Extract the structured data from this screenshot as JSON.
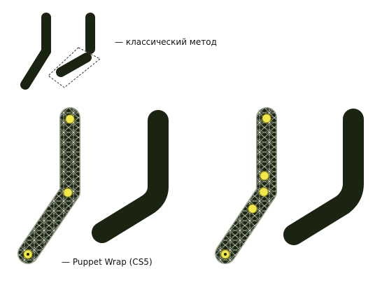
{
  "labels": {
    "classic_method": "— классический метод",
    "puppet_warp": "— Puppet Wrap (CS5)"
  },
  "colors": {
    "limb": "#1a2410",
    "mesh_line": "#dfe6d6",
    "mesh_outline": "#9aa38f",
    "pin_fill": "#f2e84a",
    "pin_stroke": "#a59a10",
    "selection_dash": "#333333"
  },
  "diagram": {
    "sections": [
      {
        "name": "classic-method",
        "description_shown": false
      },
      {
        "name": "puppet-warp",
        "pins_first_example": 3,
        "pins_second_example": 5
      }
    ]
  }
}
